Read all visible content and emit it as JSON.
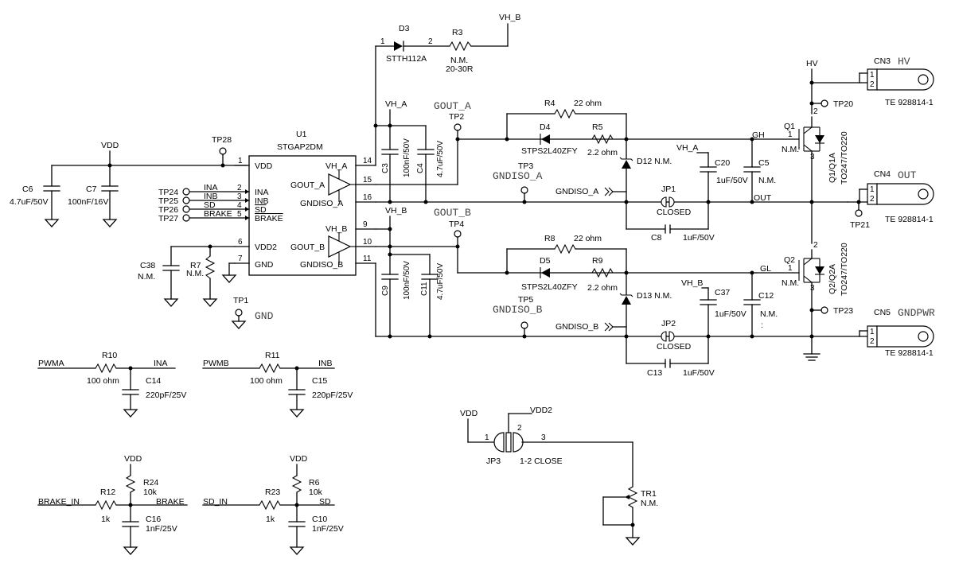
{
  "net_labels": {
    "vh_b_top": "VH_B",
    "vh_a": "VH_A",
    "vh_b": "VH_B",
    "vh_a_right": "VH_A",
    "vh_b_right": "VH_B",
    "hv": "HV",
    "vdd": "VDD",
    "vdd2": "VDD2",
    "gout_a": "GOUT_A",
    "gout_b": "GOUT_B",
    "gndiso_a_big": "GNDISO_A",
    "gndiso_b_big": "GNDISO_B",
    "gndiso_a": "GNDISO_A",
    "gndiso_b": "GNDISO_B",
    "gnd": "GND",
    "gh": "GH",
    "gl": "GL",
    "out": "OUT",
    "hv_conn": "HV",
    "out_conn": "OUT",
    "gndpwr_conn": "GNDPWR",
    "pwma": "PWMA",
    "pwmb": "PWMB",
    "ina": "INA",
    "inb": "INB",
    "brake_in": "BRAKE_IN",
    "brake": "BRAKE",
    "sd_in": "SD_IN",
    "sd": "SD"
  },
  "u1": {
    "ref": "U1",
    "part": "STGAP2DM",
    "pins_left": {
      "vdd": "VDD",
      "ina": "INA",
      "inb": "INB",
      "sd": "SD",
      "brake": "BRAKE",
      "vdd2": "VDD2",
      "gnd": "GND"
    },
    "pins_right": {
      "vh_a": "VH_A",
      "gout_a": "GOUT_A",
      "gndiso_a": "GNDISO_A",
      "vh_b": "VH_B",
      "gout_b": "GOUT_B",
      "gndiso_b": "GNDISO_B"
    },
    "pin_numbers": {
      "p1": "1",
      "p2": "2",
      "p3": "3",
      "p4": "4",
      "p5": "5",
      "p6": "6",
      "p7": "7",
      "p9": "9",
      "p10": "10",
      "p11": "11",
      "p14": "14",
      "p15": "15",
      "p16": "16"
    }
  },
  "test_points": {
    "tp1": "TP1",
    "tp2": "TP2",
    "tp3": "TP3",
    "tp4": "TP4",
    "tp5": "TP5",
    "tp20": "TP20",
    "tp21": "TP21",
    "tp23": "TP23",
    "tp24": "TP24",
    "tp25": "TP25",
    "tp26": "TP26",
    "tp27": "TP27",
    "tp28": "TP28"
  },
  "components": {
    "d3": {
      "ref": "D3",
      "value": "STTH112A",
      "pin1": "1",
      "pin2": "2"
    },
    "r3": {
      "ref": "R3",
      "value1": "N.M.",
      "value2": "20-30R"
    },
    "r4": {
      "ref": "R4",
      "value": "22 ohm"
    },
    "r5": {
      "ref": "R5",
      "value": "2.2 ohm"
    },
    "d4": {
      "ref": "D4",
      "value": "STPS2L40ZFY"
    },
    "r8": {
      "ref": "R8",
      "value": "22 ohm"
    },
    "r9": {
      "ref": "R9",
      "value": "2.2 ohm"
    },
    "d5": {
      "ref": "D5",
      "value": "STPS2L40ZFY"
    },
    "d12": {
      "ref": "D12 N.M."
    },
    "d13": {
      "ref": "D13 N.M."
    },
    "c3": {
      "ref": "C3",
      "value": "100nF/50V"
    },
    "c4": {
      "ref": "C4",
      "value": "4.7uF/50V"
    },
    "c9": {
      "ref": "C9",
      "value": "100nF/50V"
    },
    "c11": {
      "ref": "C11",
      "value": "4.7uF/50V"
    },
    "c20": {
      "ref": "C20",
      "value": "1uF/50V"
    },
    "c5": {
      "ref": "C5",
      "value": "N.M."
    },
    "c37": {
      "ref": "C37",
      "value": "1uF/50V"
    },
    "c12": {
      "ref": "C12",
      "value": "N.M."
    },
    "c8": {
      "ref": "C8",
      "value": "1uF/50V"
    },
    "c13": {
      "ref": "C13",
      "value": "1uF/50V"
    },
    "jp1": {
      "ref": "JP1",
      "value": "CLOSED"
    },
    "jp2": {
      "ref": "JP2",
      "value": "CLOSED"
    },
    "c6": {
      "ref": "C6",
      "value": "4.7uF/50V"
    },
    "c7": {
      "ref": "C7",
      "value": "100nF/16V"
    },
    "c38": {
      "ref": "C38",
      "value": "N.M."
    },
    "r7": {
      "ref": "R7",
      "value": "N.M."
    },
    "q1": {
      "ref": "Q1",
      "value": "N.M.",
      "package": "Q1/Q1A",
      "package2": "TO247/TO220",
      "pin1": "1",
      "pin2": "2",
      "pin3": "3"
    },
    "q2": {
      "ref": "Q2",
      "value": "N.M.",
      "package": "Q2/Q2A",
      "package2": "TO247/TO220",
      "pin1": "1",
      "pin2": "2",
      "pin3": "3"
    },
    "cn3": {
      "ref": "CN3",
      "part": "TE 928814-1"
    },
    "cn4": {
      "ref": "CN4",
      "part": "TE 928814-1"
    },
    "cn5": {
      "ref": "CN5",
      "part": "TE 928814-1"
    },
    "conn_pins": {
      "p1": "1",
      "p2": "2"
    },
    "r10": {
      "ref": "R10",
      "value": "100 ohm"
    },
    "c14": {
      "ref": "C14",
      "value": "220pF/25V"
    },
    "r11": {
      "ref": "R11",
      "value": "100 ohm"
    },
    "c15": {
      "ref": "C15",
      "value": "220pF/25V"
    },
    "r12": {
      "ref": "R12",
      "value": "1k"
    },
    "r24": {
      "ref": "R24",
      "value": "10k"
    },
    "c16": {
      "ref": "C16",
      "value": "1nF/25V"
    },
    "r23": {
      "ref": "R23",
      "value": "1k"
    },
    "r6": {
      "ref": "R6",
      "value": "10k"
    },
    "c10": {
      "ref": "C10",
      "value": "1nF/25V"
    },
    "jp3": {
      "ref": "JP3",
      "value": "1-2 CLOSE",
      "pin1": "1",
      "pin2": "2",
      "pin3": "3"
    },
    "tr1": {
      "ref": "TR1",
      "value": "N.M."
    }
  },
  "dot_marker": ":"
}
